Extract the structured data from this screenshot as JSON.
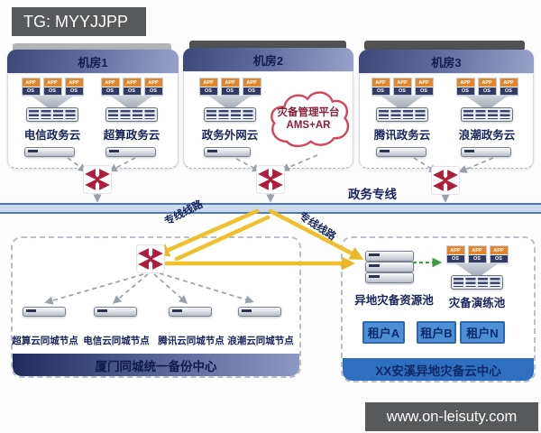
{
  "badge": {
    "text": "TG: MYYJJPP"
  },
  "watermark": {
    "text": "www.on-leisuty.com"
  },
  "icons": {
    "vm_app": "APP",
    "vm_os": "OS"
  },
  "trunk": {
    "label": "政务专线"
  },
  "links": {
    "left_label": "专线线路",
    "right_label": "专线线路"
  },
  "rooms": [
    {
      "title": "机房1",
      "clouds": [
        "电信政务云",
        "超算政务云"
      ]
    },
    {
      "title": "机房2",
      "clouds": [
        "政务外网云"
      ],
      "platform": {
        "line1": "灾备管理平台",
        "line2": "AMS+AR"
      }
    },
    {
      "title": "机房3",
      "clouds": [
        "腾讯政务云",
        "浪潮政务云"
      ]
    }
  ],
  "local_center": {
    "nodes": [
      "超算云同城节点",
      "电信云同城节点",
      "腾讯云同城节点",
      "浪潮云同城节点"
    ],
    "footer": "厦门同城统一备份中心"
  },
  "remote_center": {
    "pool_label": "异地灾备资源池",
    "drill_label": "灾备演练池",
    "tenants": [
      "租户A",
      "租户B",
      "租户N"
    ],
    "footer": "XX安溪异地灾备云中心"
  },
  "colors": {
    "accent_yellow": "#efc02c",
    "router_red": "#ab1f3d",
    "trunk_blue": "#4c7bb7",
    "tenant_blue": "#4d8ed4",
    "footer_right_blue": "#2e6fc0",
    "platform_red": "#d6435a"
  }
}
